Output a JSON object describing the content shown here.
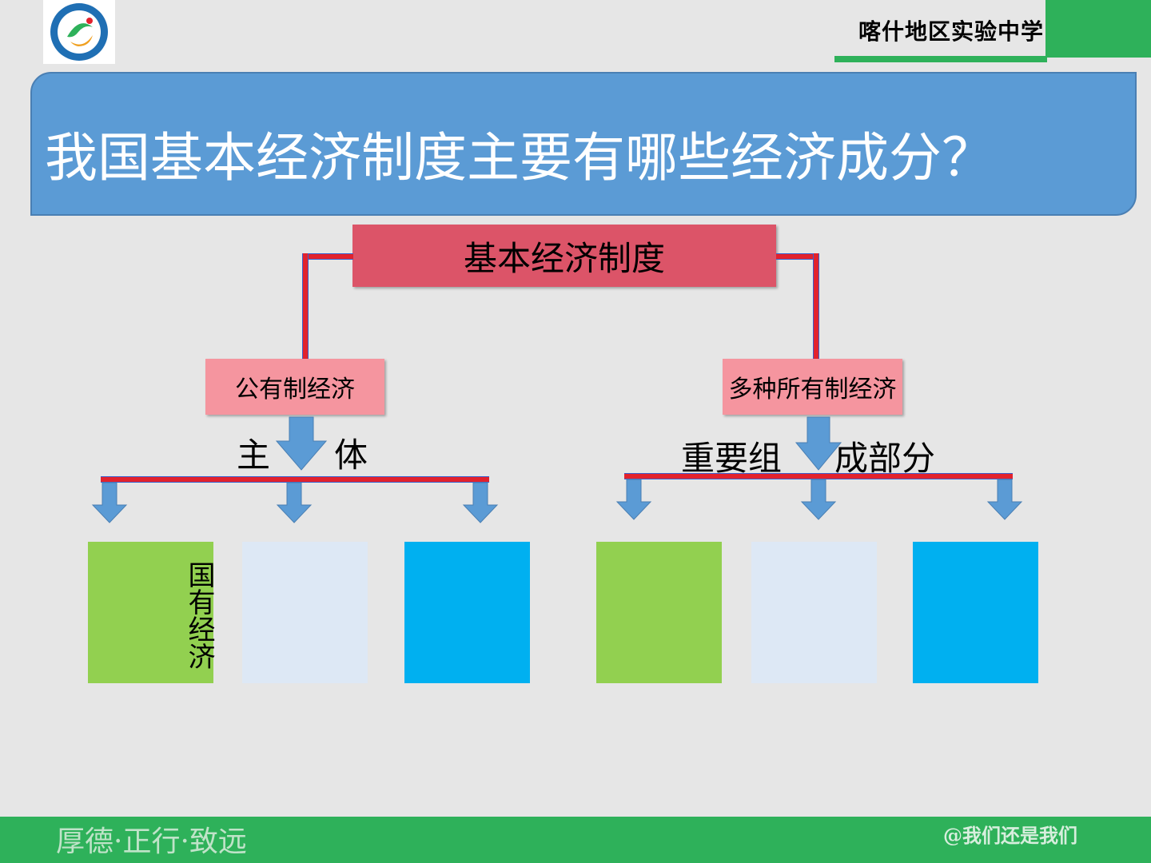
{
  "header": {
    "school_name": "喀什地区实验中学",
    "logo_icon": "school-logo-icon"
  },
  "title": "我国基本经济制度主要有哪些经济成分？",
  "diagram": {
    "root": "基本经济制度",
    "left_branch": {
      "label": "公有制经济",
      "role_left": "主",
      "role_right": "体",
      "leaves": [
        "国有经济",
        "",
        ""
      ]
    },
    "right_branch": {
      "label": "多种所有制经济",
      "role_left": "重要组",
      "role_right": "成部分",
      "leaves": [
        "",
        "",
        ""
      ]
    }
  },
  "footer": {
    "motto": "厚德·正行·致远",
    "handle": "@我们还是我们"
  },
  "colors": {
    "banner": "#5b9bd5",
    "root_box": "#dc5468",
    "sub_box": "#f5959f",
    "connector": "#e2222d",
    "arrow": "#5b9bd5",
    "leaf_green": "#92d050",
    "leaf_pale": "#dde8f5",
    "leaf_blue": "#00b0f0",
    "footer": "#2eb15a"
  }
}
